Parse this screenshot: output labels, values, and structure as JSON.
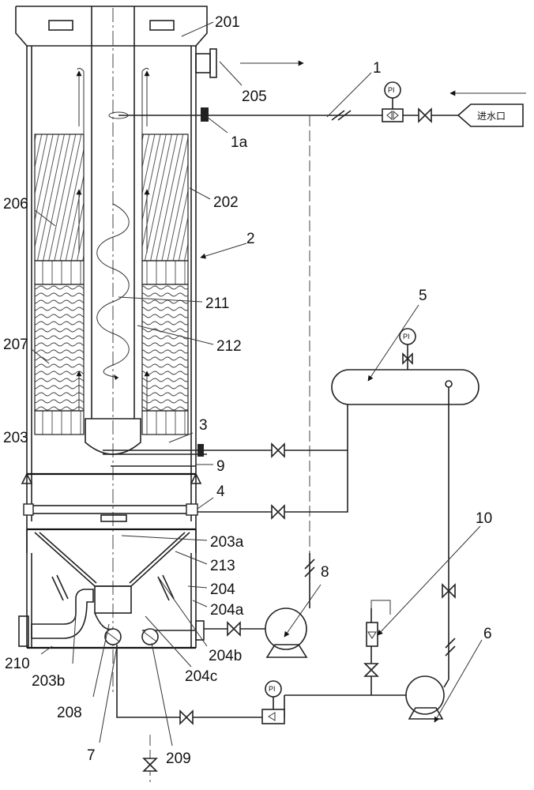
{
  "labels": [
    {
      "id": "201",
      "text": "201"
    },
    {
      "id": "205",
      "text": "205"
    },
    {
      "id": "1",
      "text": "1"
    },
    {
      "id": "1a",
      "text": "1a"
    },
    {
      "id": "202",
      "text": "202"
    },
    {
      "id": "206",
      "text": "206"
    },
    {
      "id": "2",
      "text": "2"
    },
    {
      "id": "211",
      "text": "211"
    },
    {
      "id": "212",
      "text": "212"
    },
    {
      "id": "207",
      "text": "207"
    },
    {
      "id": "5",
      "text": "5"
    },
    {
      "id": "203",
      "text": "203"
    },
    {
      "id": "3",
      "text": "3"
    },
    {
      "id": "9",
      "text": "9"
    },
    {
      "id": "4",
      "text": "4"
    },
    {
      "id": "203a",
      "text": "203a"
    },
    {
      "id": "213",
      "text": "213"
    },
    {
      "id": "204",
      "text": "204"
    },
    {
      "id": "204a",
      "text": "204a"
    },
    {
      "id": "8",
      "text": "8"
    },
    {
      "id": "10",
      "text": "10"
    },
    {
      "id": "6",
      "text": "6"
    },
    {
      "id": "210",
      "text": "210"
    },
    {
      "id": "203b",
      "text": "203b"
    },
    {
      "id": "204b",
      "text": "204b"
    },
    {
      "id": "204c",
      "text": "204c"
    },
    {
      "id": "208",
      "text": "208"
    },
    {
      "id": "7",
      "text": "7"
    },
    {
      "id": "209",
      "text": "209"
    }
  ],
  "inlet_text": "进水口",
  "gauge_text": "PI"
}
